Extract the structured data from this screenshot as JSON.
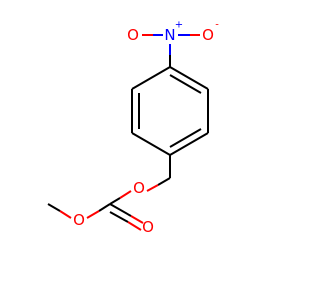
{
  "molecule": {
    "colors": {
      "carbon_bond": "#000000",
      "oxygen": "#ff0000",
      "nitrogen": "#0000ff"
    },
    "atoms": {
      "nitro_n": {
        "symbol": "N",
        "charge": "+"
      },
      "nitro_o_left": {
        "symbol": "O"
      },
      "nitro_o_right": {
        "symbol": "O",
        "charge": "-"
      },
      "ester_o": {
        "symbol": "O"
      },
      "carbonyl_o": {
        "symbol": "O"
      },
      "methoxy_o": {
        "symbol": "O"
      }
    }
  }
}
